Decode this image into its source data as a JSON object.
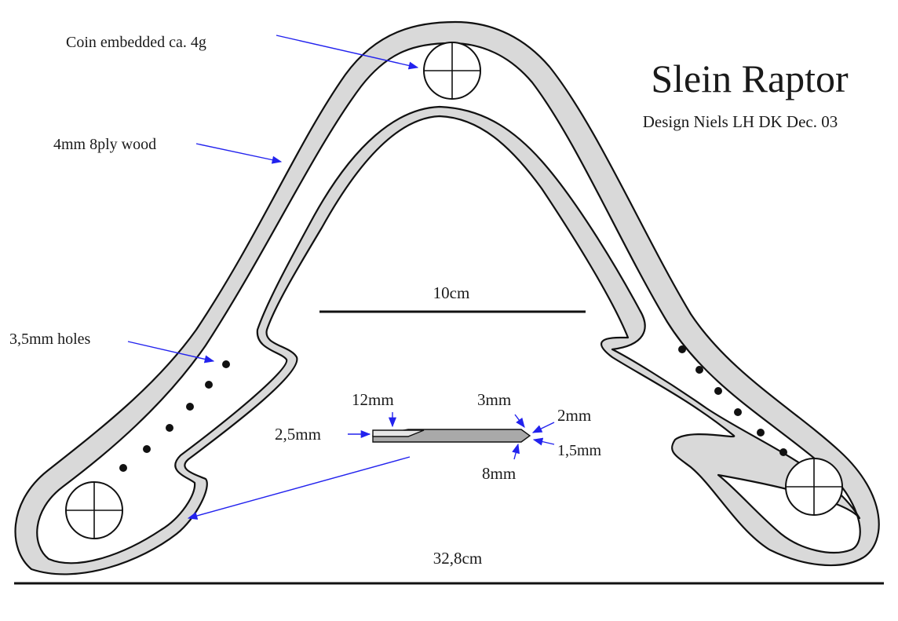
{
  "title": "Slein Raptor",
  "subtitle": "Design Niels LH DK Dec. 03",
  "labels": {
    "coin": "Coin embedded ca. 4g",
    "wood": "4mm 8ply wood",
    "holes": "3,5mm holes"
  },
  "dimensions": {
    "scale_bar": "10cm",
    "overall_span": "32,8cm",
    "profile_width_left": "12mm",
    "profile_thickness_left": "2,5mm",
    "profile_bevel_right": "3mm",
    "profile_edge_right": "2mm",
    "profile_tip_right": "1,5mm",
    "profile_width_right": "8mm"
  },
  "colors": {
    "wood_fill": "#d9d9d9",
    "arrow": "#2222ee",
    "outline": "#111111"
  }
}
